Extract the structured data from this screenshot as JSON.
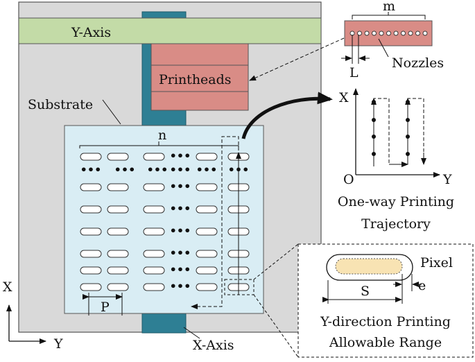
{
  "labels": {
    "y_axis": "Y-Axis",
    "x_axis": "X-Axis",
    "printheads": "Printheads",
    "substrate": "Substrate",
    "n": "n",
    "p": "P",
    "m": "m",
    "l": "L",
    "nozzles": "Nozzles",
    "axis_x": "X",
    "axis_y": "Y",
    "origin": "O",
    "traj_title_1": "One-way Printing",
    "traj_title_2": "Trajectory",
    "pixel": "Pixel",
    "s": "S",
    "e": "e",
    "range_1": "Y-direction Printing",
    "range_2": "Allowable Range",
    "ref_x": "X",
    "ref_y": "Y"
  },
  "colors": {
    "frame": "#d9d9d9",
    "rail": "#c3dba7",
    "column": "#2e7f94",
    "printhead": "#d98c86",
    "substrate": "#d9edf4",
    "pixel_fill": "#f8e3b3"
  },
  "pixel_grid": {
    "rows": 8,
    "columns": 6,
    "dots_column": 4
  }
}
